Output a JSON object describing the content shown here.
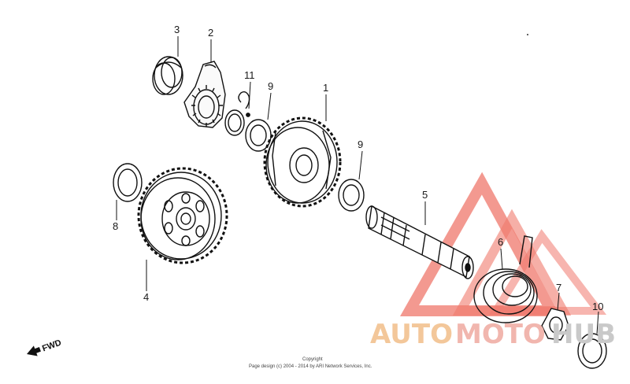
{
  "diagram": {
    "part_labels": {
      "p1": "1",
      "p2": "2",
      "p3": "3",
      "p4": "4",
      "p5": "5",
      "p6": "6",
      "p7": "7",
      "p8": "8",
      "p9a": "9",
      "p9b": "9",
      "p10": "10",
      "p11": "11"
    },
    "direction_label": "FWD",
    "copyright_line1": "Copyright",
    "copyright_line2": "Page design (c) 2004 - 2014 by ARI Network Services, Inc."
  },
  "watermark": {
    "part1": "AUTO",
    "part2": "MOTO",
    "part3": "HUB",
    "colors": {
      "triangle": "#ee6a5c",
      "auto": "#f3c79a",
      "moto": "#f1b6ae",
      "hub": "#c9c9c9"
    }
  }
}
